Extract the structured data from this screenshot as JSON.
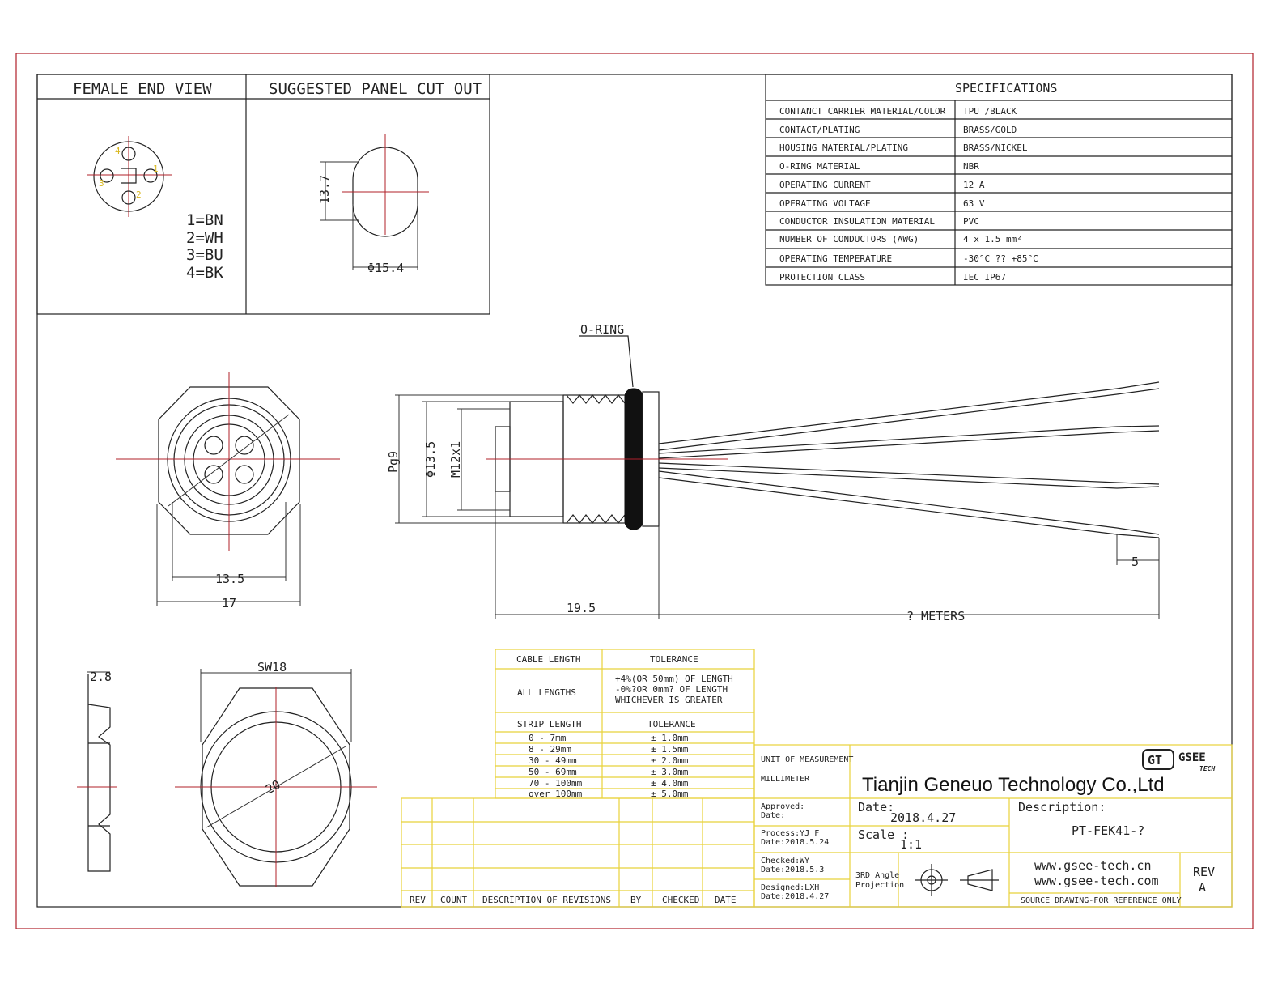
{
  "views": {
    "female_end_view": "FEMALE END VIEW",
    "panel_cut_out": "SUGGESTED PANEL CUT OUT",
    "pin_numbers": [
      "1",
      "2",
      "3",
      "4"
    ],
    "pin_legend": [
      "1=BN",
      "2=WH",
      "3=BU",
      "4=BK"
    ],
    "cutout_height": "13.7",
    "cutout_diameter": "Φ15.4"
  },
  "specifications": {
    "title": "SPECIFICATIONS",
    "rows": [
      {
        "label": "CONTANCT CARRIER MATERIAL/COLOR",
        "value": "TPU /BLACK"
      },
      {
        "label": "CONTACT/PLATING",
        "value": "BRASS/GOLD"
      },
      {
        "label": "HOUSING MATERIAL/PLATING",
        "value": "BRASS/NICKEL"
      },
      {
        "label": "O-RING MATERIAL",
        "value": "NBR"
      },
      {
        "label": "OPERATING CURRENT",
        "value": "12 A"
      },
      {
        "label": "OPERATING VOLTAGE",
        "value": "63 V"
      },
      {
        "label": "CONDUCTOR INSULATION MATERIAL",
        "value": "PVC"
      },
      {
        "label": "NUMBER OF CONDUCTORS (AWG)",
        "value": "4 x 1.5 mm²"
      },
      {
        "label": "OPERATING TEMPERATURE",
        "value": "-30°C ?? +85°C"
      },
      {
        "label": "PROTECTION CLASS",
        "value": "IEC  IP67"
      }
    ]
  },
  "drawing": {
    "oring_label": "O-RING",
    "pg9": "Pg9",
    "d135": "Φ13.5",
    "m12": "M12x1",
    "front_inner": "13.5",
    "front_outer": "17",
    "length_195": "19.5",
    "cable_len": "? METERS",
    "strip": "5",
    "nut_thk": "2.8",
    "sw": "SW18",
    "nut_dia": "20"
  },
  "tolerance": {
    "h1": "CABLE LENGTH",
    "h2": "TOLERANCE",
    "all": "ALL LENGTHS",
    "all_tol": [
      "+4%(OR 50mm) OF LENGTH",
      "-0%?OR 0mm? OF LENGTH",
      "WHICHEVER  IS  GREATER"
    ],
    "s1": "STRIP LENGTH",
    "s2": "TOLERANCE",
    "rows": [
      {
        "len": "0 - 7mm",
        "tol": "± 1.0mm"
      },
      {
        "len": "8 - 29mm",
        "tol": "± 1.5mm"
      },
      {
        "len": "30 - 49mm",
        "tol": "± 2.0mm"
      },
      {
        "len": "50 - 69mm",
        "tol": "± 3.0mm"
      },
      {
        "len": "70 - 100mm",
        "tol": "± 4.0mm"
      },
      {
        "len": "over 100mm",
        "tol": "± 5.0mm"
      }
    ]
  },
  "revisions": {
    "cols": [
      "REV",
      "COUNT",
      "DESCRIPTION  OF  REVISIONS",
      "BY",
      "CHECKED",
      "DATE"
    ]
  },
  "title_block": {
    "unit_label": "UNIT OF MEASUREMENT",
    "unit": "MILLIMETER",
    "logo_mark": "GT",
    "logo_text": "GSEE",
    "logo_sub": "TECH",
    "company": "Tianjin Geneuo Technology Co.,Ltd",
    "approved": "Approved:",
    "approved_date": "Date:",
    "process": "Process:YJ F",
    "process_date": "Date:2018.5.24",
    "checked": "Checked:WY",
    "checked_date": "Date:2018.5.3",
    "designed": "Designed:LXH",
    "designed_date": "Date:2018.4.27",
    "date_label": "Date:",
    "date": "2018.4.27",
    "scale_label": "Scale :",
    "scale": "1:1",
    "projection": [
      "3RD Angle",
      "Projection"
    ],
    "desc_label": "Description:",
    "part": "PT-FEK41-?",
    "web1": "www.gsee-tech.cn",
    "web2": "www.gsee-tech.com",
    "source": "SOURCE DRAWING-FOR REFERENCE ONLY",
    "rev_label": "REV",
    "rev": "A"
  }
}
